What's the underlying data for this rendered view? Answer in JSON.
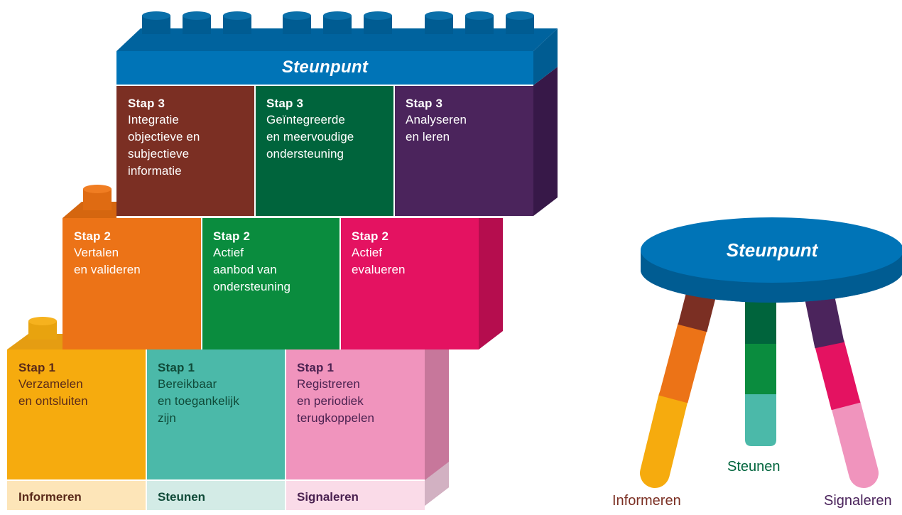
{
  "left_diagram": {
    "roof_title": "Steunpunt",
    "row3": [
      {
        "step": "Stap 3",
        "text": "Integratie\nobjectieve en\nsubjectieve\ninformatie"
      },
      {
        "step": "Stap 3",
        "text": "Geïntegreerde\nen meervoudige\nondersteuning"
      },
      {
        "step": "Stap 3",
        "text": "Analyseren\nen leren"
      }
    ],
    "row2": [
      {
        "step": "Stap 2",
        "text": "Vertalen\nen valideren"
      },
      {
        "step": "Stap 2",
        "text": "Actief\naanbod van\nondersteuning"
      },
      {
        "step": "Stap 2",
        "text": "Actief\nevalueren"
      }
    ],
    "row1": [
      {
        "step": "Stap 1",
        "text": "Verzamelen\nen ontsluiten"
      },
      {
        "step": "Stap 1",
        "text": "Bereikbaar\nen toegankelijk\nzijn"
      },
      {
        "step": "Stap 1",
        "text": "Registreren\nen periodiek\nterugkoppelen"
      }
    ],
    "base": [
      "Informeren",
      "Steunen",
      "Signaleren"
    ]
  },
  "stool": {
    "title": "Steunpunt",
    "legs": [
      "Informeren",
      "Steunen",
      "Signaleren"
    ]
  },
  "colors": {
    "informeren": {
      "stap1": "#f6ab0e",
      "stap2": "#ec7317",
      "stap3": "#7b2f23",
      "base_band": "#fde5b8",
      "label": "#7b2f23"
    },
    "steunen": {
      "stap1": "#4bb9a9",
      "stap2": "#0a8c3e",
      "stap3": "#00643c",
      "base_band": "#d3ebe6",
      "label": "#00643c"
    },
    "signaleren": {
      "stap1": "#f094bd",
      "stap2": "#e41261",
      "stap3": "#4b245c",
      "base_band": "#fadbe8",
      "label": "#4b245c"
    },
    "steunpunt": "#0074b7"
  }
}
